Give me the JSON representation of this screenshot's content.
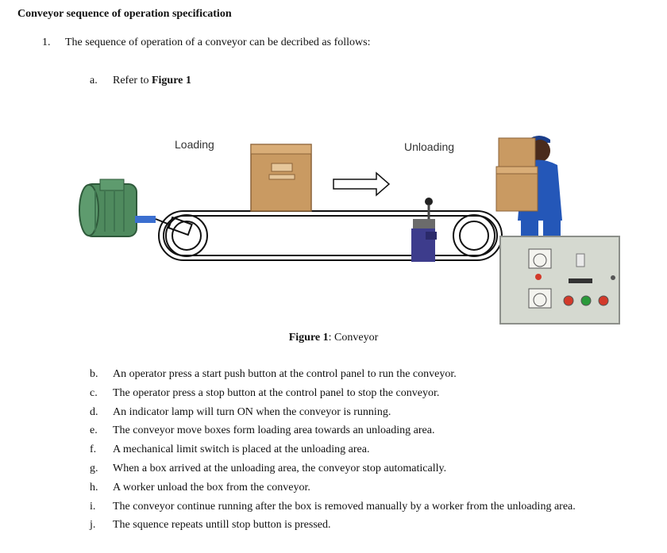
{
  "doc": {
    "title": "Conveyor sequence of operation specification",
    "item_number": "1.",
    "item_text": "The sequence of operation of a conveyor can be decribed as follows:",
    "sub_a_letter": "a.",
    "sub_a_prefix": "Refer to ",
    "sub_a_bold": "Figure 1"
  },
  "figure": {
    "loading_label": "Loading",
    "unloading_label": "Unloading",
    "caption_bold": "Figure 1",
    "caption_rest": ": Conveyor",
    "colors": {
      "motor": "#4f8a5e",
      "box": "#c99a62",
      "worker_uniform": "#2457b8",
      "panel": "#d5d9d0",
      "switch": "#3d3c8c"
    }
  },
  "steps": [
    {
      "letter": "b.",
      "text": "An operator press a start push button at the control panel to run the conveyor."
    },
    {
      "letter": "c.",
      "text": "The operator press a stop button at the control panel to stop the conveyor."
    },
    {
      "letter": "d.",
      "text": "An indicator lamp will turn ON when the conveyor is running."
    },
    {
      "letter": "e.",
      "text": "The conveyor move boxes form loading area towards an unloading area."
    },
    {
      "letter": "f.",
      "text": "A mechanical limit switch is placed at the unloading area."
    },
    {
      "letter": "g.",
      "text": "When a box arrived at the unloading area, the conveyor stop automatically."
    },
    {
      "letter": "h.",
      "text": "A worker unload the box from the conveyor."
    },
    {
      "letter": "i.",
      "text": "The conveyor continue running after the box is removed manually by a worker from the unloading area."
    },
    {
      "letter": "j.",
      "text": "The squence repeats untill stop button is pressed."
    }
  ]
}
